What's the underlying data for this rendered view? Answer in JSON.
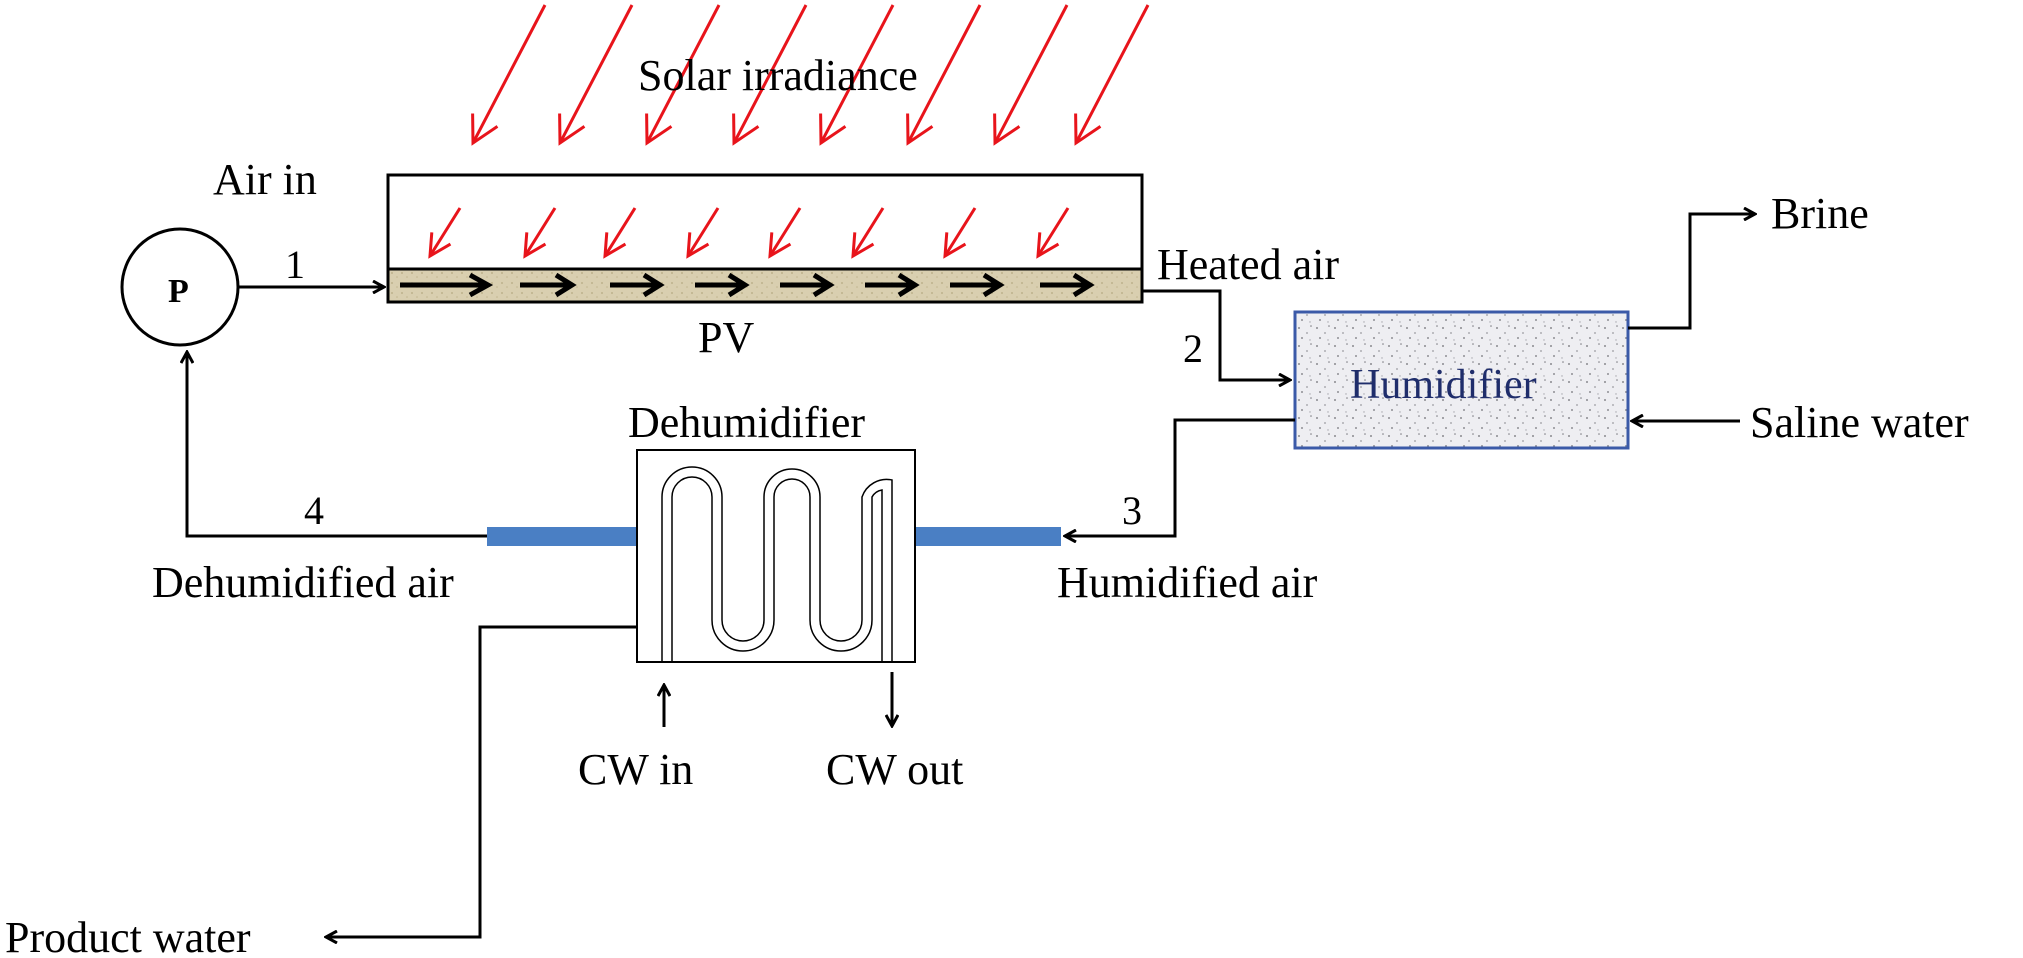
{
  "labels": {
    "solar_irradiance": "Solar irradiance",
    "air_in": "Air in",
    "pump": "P",
    "pv": "PV",
    "heated_air": "Heated air",
    "humidifier": "Humidifier",
    "brine": "Brine",
    "saline_water": "Saline water",
    "dehumidifier": "Dehumidifier",
    "dehumidified_air": "Dehumidified air",
    "humidified_air": "Humidified air",
    "cw_in": "CW in",
    "cw_out": "CW out",
    "product_water": "Product water"
  },
  "stream_numbers": {
    "s1": "1",
    "s2": "2",
    "s3": "3",
    "s4": "4"
  },
  "colors": {
    "solar_arrow": "#e8141b",
    "pipe": "#4a7fc4",
    "humidifier_text": "#1f2d6b",
    "pv_panel": "#d9cfb0",
    "line": "#000000"
  }
}
